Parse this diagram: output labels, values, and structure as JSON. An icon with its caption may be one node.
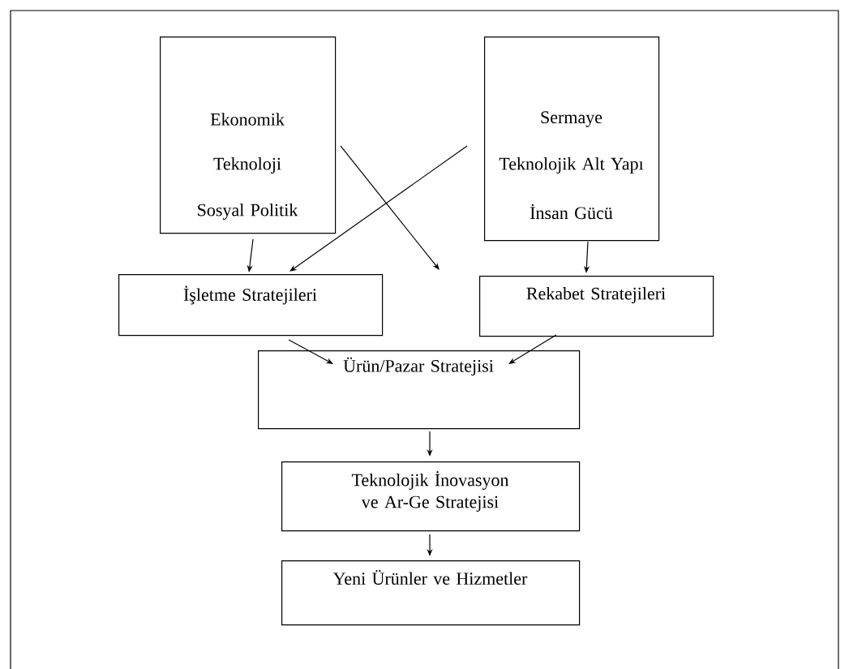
{
  "diagram": {
    "nodes": [
      {
        "text": [
          "Ekonomik",
          "Teknoloji",
          "Sosyal Politik"
        ]
      },
      {
        "text": [
          "Sermaye",
          "Teknolojik Alt Yapı",
          "İnsan Gücü"
        ]
      },
      {
        "text": [
          "İşletme Stratejileri"
        ]
      },
      {
        "text": [
          "Rekabet Stratejileri"
        ]
      },
      {
        "text": [
          "Ürün/Pazar Stratejisi"
        ]
      },
      {
        "text": [
          "Teknolojik İnovasyon ve Ar-Ge Stratejisi"
        ]
      },
      {
        "text": [
          "Yeni Ürünler ve Hizmetler"
        ]
      }
    ],
    "edges": [
      {
        "from": 0,
        "to": 2,
        "arrow": "to"
      },
      {
        "from": 1,
        "to": 3,
        "arrow": "to"
      },
      {
        "from": 1,
        "to": 2,
        "arrow": "to"
      },
      {
        "from": 0,
        "to": 3,
        "arrow": "to"
      },
      {
        "from": 2,
        "to": 4,
        "arrow": "to"
      },
      {
        "from": 3,
        "to": 4,
        "arrow": "to"
      },
      {
        "from": 4,
        "to": 5,
        "arrow": "to"
      },
      {
        "from": 5,
        "to": 6,
        "arrow": "to"
      }
    ]
  }
}
